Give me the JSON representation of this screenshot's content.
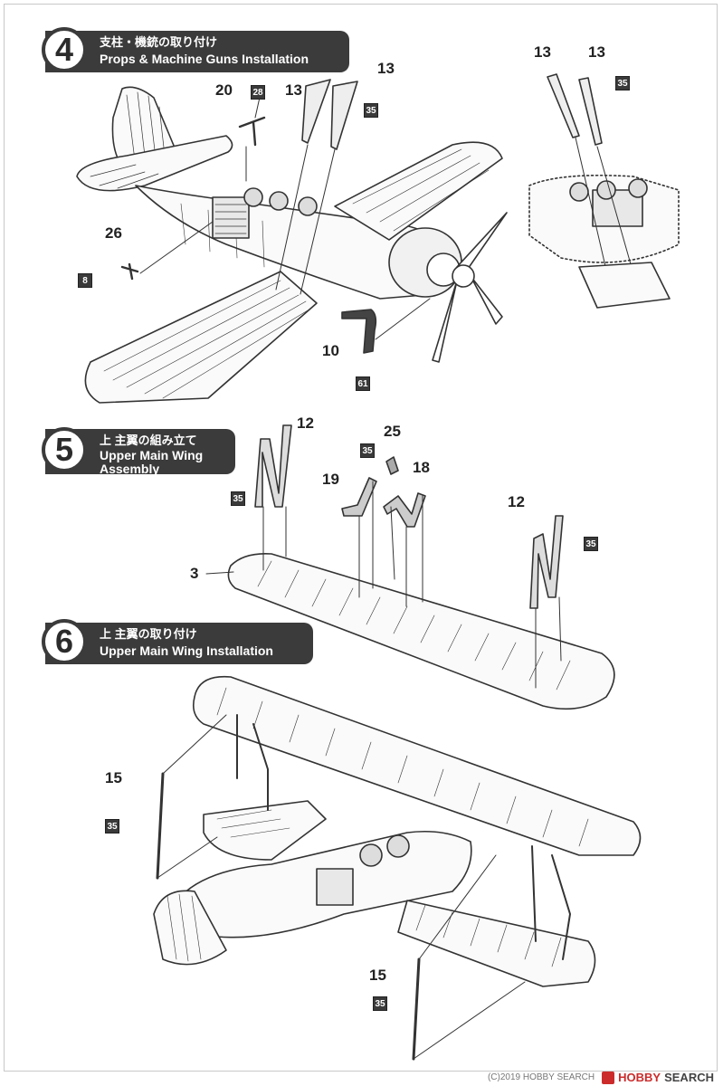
{
  "steps": [
    {
      "number": "4",
      "title_jp": "支柱・機銃の取り付け",
      "title_en": "Props & Machine Guns Installation"
    },
    {
      "number": "5",
      "title_jp": "上 主翼の組み立て",
      "title_en_line1": "Upper Main Wing",
      "title_en_line2": "Assembly"
    },
    {
      "number": "6",
      "title_jp": "上 主翼の取り付け",
      "title_en": "Upper Main Wing Installation"
    }
  ],
  "callouts": {
    "s4_20": "20",
    "s4_28": "28",
    "s4_13a": "13",
    "s4_13b": "13",
    "s4_35": "35",
    "s4_26": "26",
    "s4_8": "8",
    "s4_10": "10",
    "s4_61": "61",
    "s4i_13a": "13",
    "s4i_13b": "13",
    "s4i_35": "35",
    "s5_12a": "12",
    "s5_35a": "35",
    "s5_25": "25",
    "s5_35b": "35",
    "s5_19": "19",
    "s5_18": "18",
    "s5_3": "3",
    "s5_12b": "12",
    "s5_35c": "35",
    "s6_15a": "15",
    "s6_35a": "35",
    "s6_15b": "15",
    "s6_35b": "35"
  },
  "footer": {
    "copyright": "(C)2019 HOBBY SEARCH",
    "brand": "HOBBY",
    "brand_rest": "SEARCH"
  }
}
